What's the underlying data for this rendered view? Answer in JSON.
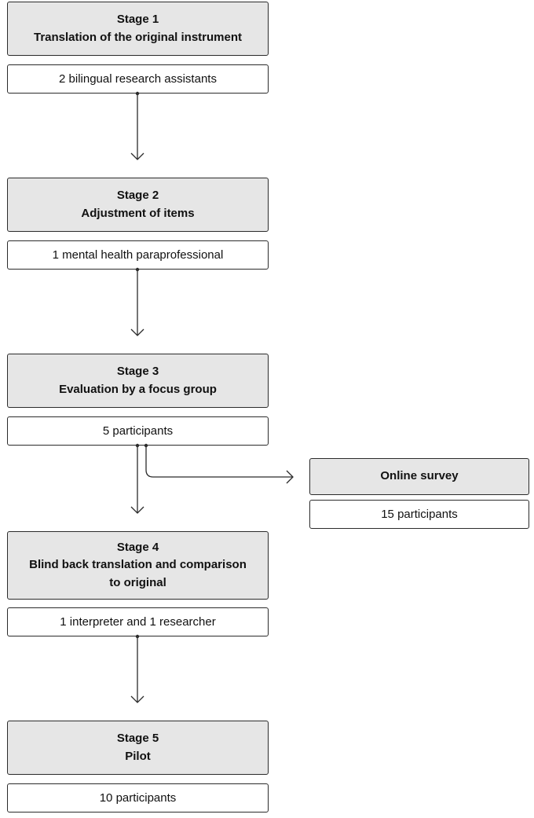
{
  "stages": [
    {
      "number_label": "Stage 1",
      "title": "Translation of the original instrument",
      "detail": "2 bilingual research assistants"
    },
    {
      "number_label": "Stage 2",
      "title": "Adjustment of items",
      "detail": "1 mental health paraprofessional"
    },
    {
      "number_label": "Stage 3",
      "title": "Evaluation by a focus group",
      "detail": "5 participants"
    },
    {
      "number_label": "Stage 4",
      "title": "Blind back translation and comparison",
      "title_line2": "to original",
      "detail": "1 interpreter and 1 researcher"
    },
    {
      "number_label": "Stage 5",
      "title": "Pilot",
      "detail": "10 participants"
    }
  ],
  "side_branch": {
    "title": "Online survey",
    "detail": "15 participants"
  },
  "colors": {
    "stage_fill": "#e6e6e6",
    "detail_fill": "#ffffff",
    "stroke": "#2b2b2b"
  }
}
